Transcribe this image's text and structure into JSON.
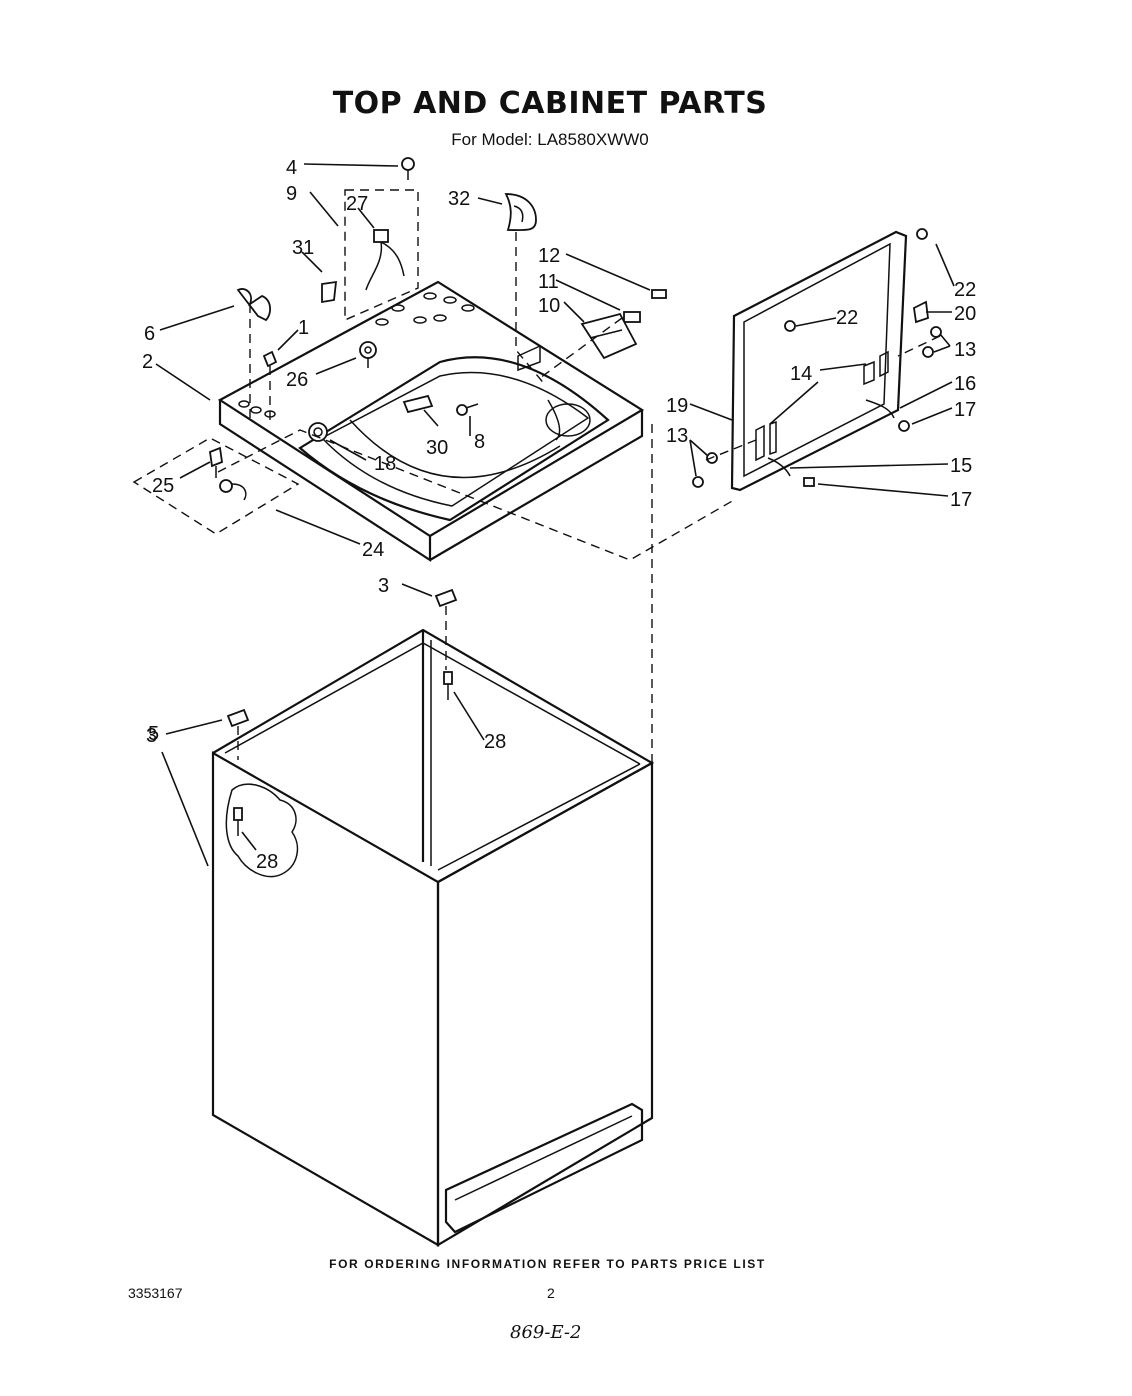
{
  "header": {
    "title": "TOP AND CABINET PARTS",
    "subtitle": "For Model: LA8580XWW0"
  },
  "footer": {
    "ordering_note": "FOR ORDERING INFORMATION REFER TO PARTS PRICE LIST",
    "document_number": "3353167",
    "page_number": "2",
    "handwritten_note": "869-E-2"
  },
  "callouts": [
    {
      "id": "c4",
      "label": "4"
    },
    {
      "id": "c9",
      "label": "9"
    },
    {
      "id": "c27",
      "label": "27"
    },
    {
      "id": "c31",
      "label": "31"
    },
    {
      "id": "c32",
      "label": "32"
    },
    {
      "id": "c12",
      "label": "12"
    },
    {
      "id": "c11",
      "label": "11"
    },
    {
      "id": "c10",
      "label": "10"
    },
    {
      "id": "c6",
      "label": "6"
    },
    {
      "id": "c1",
      "label": "1"
    },
    {
      "id": "c2",
      "label": "2"
    },
    {
      "id": "c26",
      "label": "26"
    },
    {
      "id": "c30",
      "label": "30"
    },
    {
      "id": "c8",
      "label": "8"
    },
    {
      "id": "c18",
      "label": "18"
    },
    {
      "id": "c25",
      "label": "25"
    },
    {
      "id": "c24",
      "label": "24"
    },
    {
      "id": "c22a",
      "label": "22"
    },
    {
      "id": "c22b",
      "label": "22"
    },
    {
      "id": "c20",
      "label": "20"
    },
    {
      "id": "c13a",
      "label": "13"
    },
    {
      "id": "c14",
      "label": "14"
    },
    {
      "id": "c16",
      "label": "16"
    },
    {
      "id": "c19",
      "label": "19"
    },
    {
      "id": "c17a",
      "label": "17"
    },
    {
      "id": "c13b",
      "label": "13"
    },
    {
      "id": "c15",
      "label": "15"
    },
    {
      "id": "c17b",
      "label": "17"
    },
    {
      "id": "c3a",
      "label": "3"
    },
    {
      "id": "c28a",
      "label": "28"
    },
    {
      "id": "c3b",
      "label": "3"
    },
    {
      "id": "c5",
      "label": "5"
    },
    {
      "id": "c28b",
      "label": "28"
    }
  ]
}
